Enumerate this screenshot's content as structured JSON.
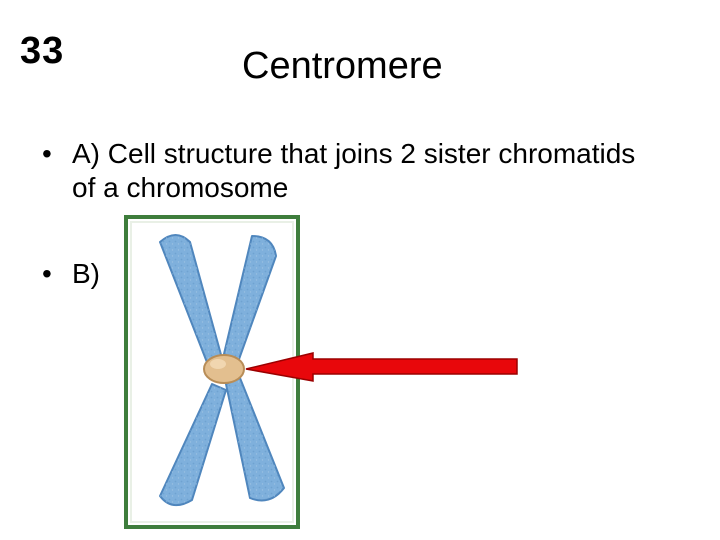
{
  "slide": {
    "number": "33",
    "title": "Centromere",
    "bullet_symbol": "•",
    "bullets": [
      {
        "label": "A)",
        "text": "Cell structure that joins 2 sister chromatids of a chromosome"
      },
      {
        "label": "B)",
        "text": ""
      }
    ]
  },
  "figure": {
    "subject": "chromosome with centromere",
    "arrow_color": "#e8070b",
    "frame_color": "#3e7d3c",
    "chromatid_color": "#7fb0dc",
    "centromere_color": "#e3bf8f"
  }
}
